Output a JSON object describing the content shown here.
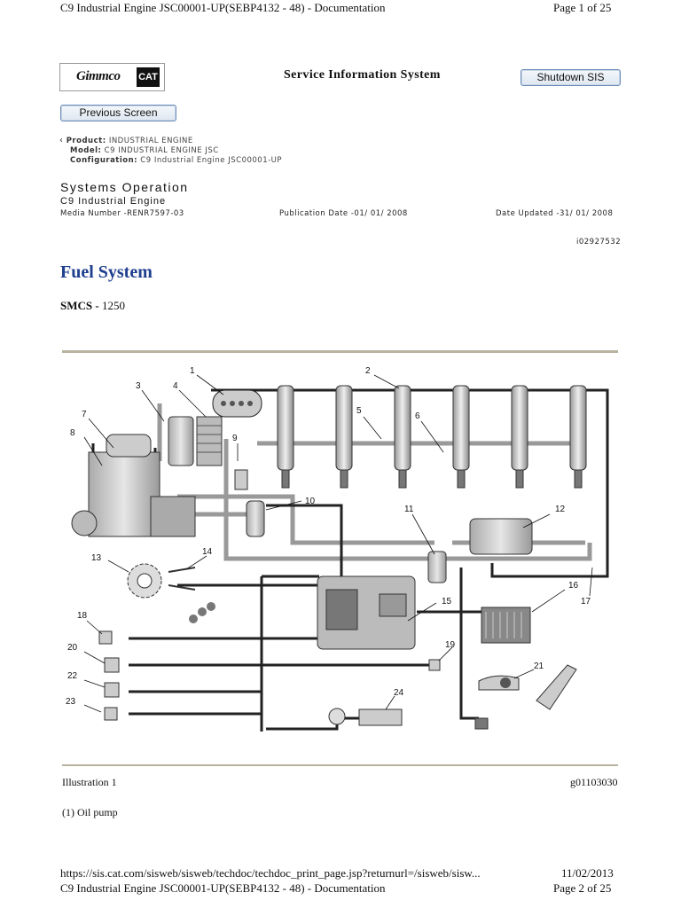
{
  "page_header": {
    "title": "C9 Industrial Engine JSC00001-UP(SEBP4132 - 48) - Documentation",
    "page_number": "Page 1 of 25"
  },
  "banner": {
    "logo_text": "Gimmco",
    "cat_logo_text": "CAT",
    "system_title": "Service Information System",
    "shutdown_label": "Shutdown SIS",
    "previous_label": "Previous Screen"
  },
  "product_info": {
    "product_label": "Product:",
    "product_value": "INDUSTRIAL ENGINE",
    "model_label": "Model:",
    "model_value": "C9 INDUSTRIAL ENGINE JSC",
    "config_label": "Configuration:",
    "config_value": "C9 Industrial Engine JSC00001-UP"
  },
  "document_info": {
    "heading": "Systems Operation",
    "subheading": "C9 Industrial Engine",
    "media_number": "Media Number -RENR7597-03",
    "publication_date": "Publication Date -01/ 01/ 2008",
    "date_updated": "Date Updated -31/ 01/ 2008",
    "doc_id": "i02927532"
  },
  "section": {
    "title": "Fuel System",
    "smcs_label": "SMCS -",
    "smcs_value": "1250"
  },
  "illustration": {
    "caption": "Illustration 1",
    "graphic_id": "g01103030",
    "callouts": [
      "1",
      "2",
      "3",
      "4",
      "5",
      "6",
      "7",
      "8",
      "9",
      "10",
      "11",
      "12",
      "13",
      "14",
      "15",
      "16",
      "17",
      "18",
      "19",
      "20",
      "21",
      "22",
      "23",
      "24"
    ]
  },
  "legend_first": "(1) Oil pump",
  "page_footer": {
    "url": "https://sis.cat.com/sisweb/sisweb/techdoc/techdoc_print_page.jsp?returnurl=/sisweb/sisw...",
    "date": "11/02/2013",
    "title": "C9 Industrial Engine JSC00001-UP(SEBP4132 - 48) - Documentation",
    "page_number": "Page 2 of 25"
  }
}
